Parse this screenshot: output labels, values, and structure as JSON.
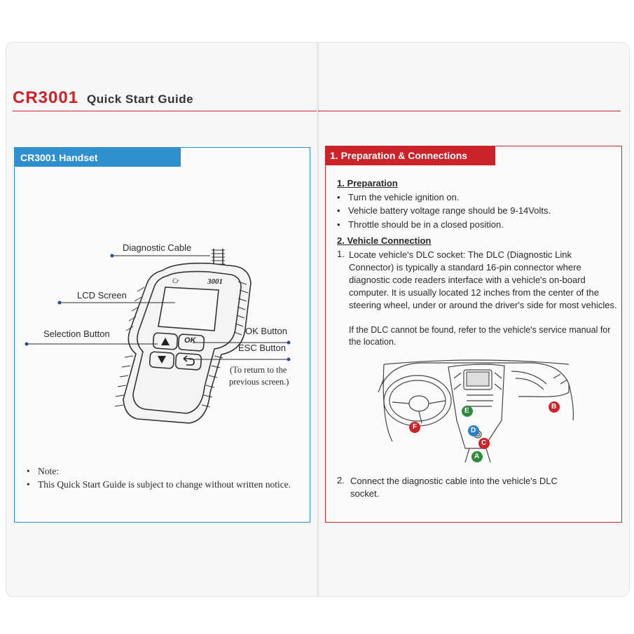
{
  "header": {
    "brand": "CR3001",
    "title": "Quick Start Guide"
  },
  "left_panel": {
    "tab_label": "CR3001 Handset",
    "device_logo": "Cr",
    "device_model": "3001",
    "device_ok_label": "OK",
    "callouts": {
      "diagnostic_cable": "Diagnostic Cable",
      "lcd_screen": "LCD Screen",
      "selection_button": "Selection Button",
      "ok_button": "OK Button",
      "esc_button": "ESC Button",
      "esc_note_line1": "(To return to the",
      "esc_note_line2": "previous screen.)"
    },
    "notes": {
      "note_label": "Note:",
      "note_text": "This Quick Start Guide is subject to change without written notice."
    }
  },
  "right_panel": {
    "tab_label": "1. Preparation & Connections",
    "preparation": {
      "heading": "1. Preparation",
      "items": [
        "Turn the vehicle ignition on.",
        "Vehicle battery voltage range should be 9-14Volts.",
        "Throttle should be in a closed position."
      ]
    },
    "vehicle_connection": {
      "heading": "2. Vehicle Connection",
      "step1_num": "1.",
      "step1_text": "Locate vehicle's DLC socket: The DLC (Diagnostic Link Connector) is typically a standard 16-pin connector where diagnostic code readers interface with a vehicle's on-board computer. It is usually located 12 inches from the center of the steering wheel, under or around the driver's side for most vehicles.",
      "step1_note": "If the DLC cannot be found, refer to the vehicle's service manual for the location.",
      "step2_num": "2.",
      "step2_text": "Connect the diagnostic cable into the vehicle's DLC socket."
    },
    "diagram_markers": [
      "A",
      "B",
      "C",
      "D",
      "E",
      "F"
    ]
  },
  "colors": {
    "brand_red": "#cc2229",
    "accent_blue": "#2f8fcf",
    "marker_green": "#2e8b3d",
    "marker_blue": "#2f7fc7",
    "marker_red": "#cc2229"
  }
}
